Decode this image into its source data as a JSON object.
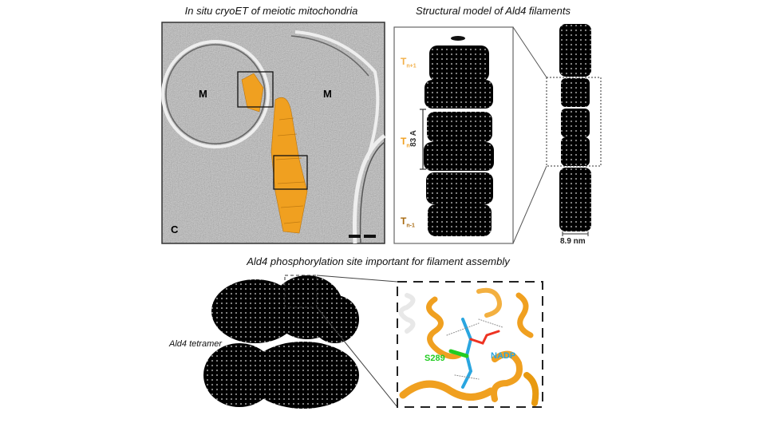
{
  "panels": {
    "cryoet": {
      "title": "In situ cryoET of meiotic mitochondria",
      "labels": {
        "mito_left": "M",
        "mito_right": "M",
        "cytoplasm": "C"
      }
    },
    "model": {
      "title": "Structural model of Ald4 filaments",
      "tetramer_labels": [
        {
          "base": "T",
          "sub": "n+1"
        },
        {
          "base": "T",
          "sub": "n"
        },
        {
          "base": "T",
          "sub": "n-1"
        }
      ],
      "rise_label": "83 A",
      "width_label": "8.9 nm"
    },
    "phospho": {
      "title": "Ald4 phosphorylation site important for filament assembly",
      "tetramer_label": "Ald4 tetramer",
      "residue_label": "S289",
      "ligand_label": "NADP"
    }
  },
  "colors": {
    "light_orange": "#f2b04a",
    "orange": "#f0a020",
    "dark_orange": "#a86a10",
    "residue_green": "#22cc22",
    "ligand_blue": "#2aa6e0",
    "tomogram_gray": "#b8b8b8"
  }
}
